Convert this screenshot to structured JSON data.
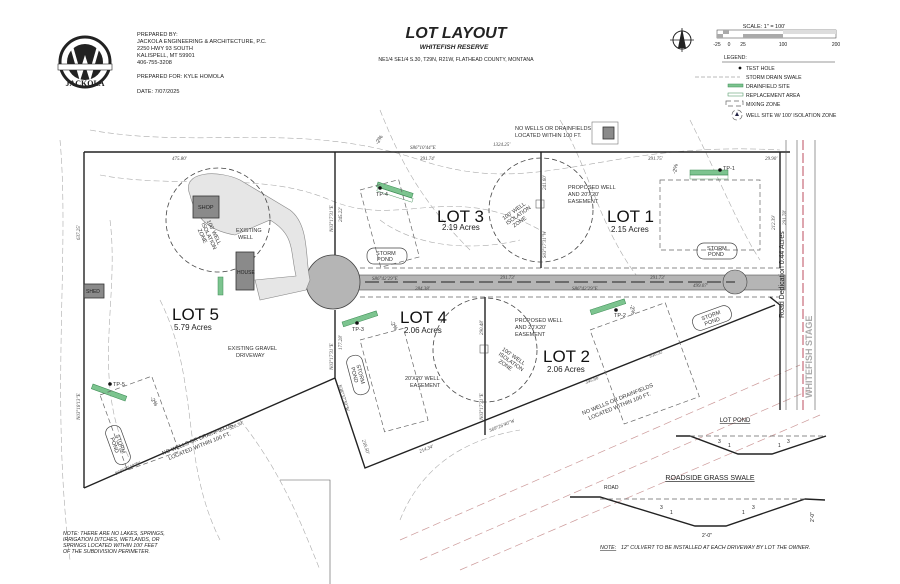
{
  "header": {
    "title": "LOT LAYOUT",
    "subtitle": "WHITEFISH RESERVE",
    "location": "NE1/4 SE1/4  S.30, T29N, R21W, FLATHEAD COUNTY, MONTANA"
  },
  "logo": {
    "text": "JACKOLA"
  },
  "prepared": {
    "by_label": "PREPARED BY:",
    "company": "JACKOLA ENGINEERING & ARCHITECTURE, P.C.",
    "address1": "2250 HWY 93 SOUTH",
    "address2": "KALISPELL, MT 59901",
    "phone": "406-755-3208",
    "for": "PREPARED FOR: KYLE HOMOLA",
    "date": "DATE:  7/07/2025"
  },
  "scale": {
    "label": "SCALE: 1\" = 100'",
    "ticks": [
      "-25",
      "0",
      "25",
      "100",
      "200"
    ]
  },
  "legend": {
    "title": "LEGEND:",
    "items": [
      "TEST HOLE",
      "STORM DRAIN SWALE",
      "DRAINFIELD SITE",
      "REPLACEMENT AREA",
      "MIXING ZONE",
      "WELL SITE W/ 100' ISOLATION ZONE"
    ]
  },
  "colors": {
    "drainfield": "#7cc48f",
    "road": "#b5b5b5",
    "building": "#8a8a8a",
    "highway_line": "#c76b7a"
  },
  "lots": [
    {
      "name": "LOT 1",
      "acres": "2.15 Acres"
    },
    {
      "name": "LOT 2",
      "acres": "2.06 Acres"
    },
    {
      "name": "LOT 3",
      "acres": "2.19 Acres"
    },
    {
      "name": "LOT 4",
      "acres": "2.06 Acres"
    },
    {
      "name": "LOT 5",
      "acres": "5.79 Acres"
    }
  ],
  "labels": {
    "shop": "SHOP",
    "house": "HOUSE",
    "shed": "SHED",
    "existing_well": [
      "EXISTING",
      "WELL"
    ],
    "gravel": [
      "EXISTING GRAVEL",
      "DRIVEWAY"
    ],
    "isolation": [
      "100' WELL",
      "ISOLATION",
      "ZONE"
    ],
    "proposed_well": [
      "PROPOSED WELL",
      "AND 20'X20'",
      "EASEMENT"
    ],
    "well_easement": [
      "20'X20' WELL",
      "EASEMENT"
    ],
    "storm_pond": [
      "STORM",
      "POND"
    ],
    "no_wells_top": [
      "NO WELLS OR DRAINFIELDS",
      "LOCATED WITHIN 100 FT."
    ],
    "no_wells_bottom": [
      "NO WELLS OR DRAINFIELDS",
      "LOCATED WITHIN 100 FT."
    ],
    "no_wells_left": [
      "NO WELLS OR DRAINFIELDS",
      "LOCATED WITHIN 100 FT."
    ],
    "road_dedication": "Road Dedication  0.44 Acres",
    "highway": "WHITEFISH STAGE",
    "test_holes": [
      "TP-1",
      "TP-2",
      "TP-3",
      "TP-4",
      "TP-5"
    ],
    "slope": "-2%"
  },
  "dims": {
    "top_bearing": "S86°10'44\"E",
    "top_total": "1324.25'",
    "top_lot5": "475.80'",
    "top_lot3": "391.74'",
    "top_lot1": "391.75'",
    "left": "637.25'",
    "left_bearing": "N03°18'13\"E",
    "lot35_line": "N03°17'31\"E",
    "lot35_len": "245.22'",
    "lot13_line": "S03°17'31\"W",
    "lot13_len": "241.60'",
    "road_bearing": "S86°42'29\"E",
    "road_len": "284.38'",
    "road_b2": "S86°42'29\"E",
    "road_l2": "391.73'",
    "road_l3": "391.73'",
    "road_l4": "499.07'",
    "lot45_line": "N03°17'31\"E",
    "lot45_len": "177.28'",
    "lot42_line": "N03°17'31\"E",
    "lot42_len": "290.48'",
    "bottom_bearing": "S69°26'40\"W",
    "bottom_l1": "345.66'",
    "bottom_l2": "830.92'",
    "bottom_l3": "214.34'",
    "lot5_diag": "520.30'",
    "lot5_bearing": "S69°26'40\"W",
    "lot4_diag": "N38°37'30\"W",
    "lot4_len": "218.50'",
    "right_len": "291.78'",
    "right2": "212.39'",
    "corner": "29.90'"
  },
  "details": {
    "lot_pond_title": "LOT POND",
    "swale_title": "ROADSIDE GRASS SWALE",
    "road": "ROAD",
    "slope_run": "3",
    "slope_rise": "1",
    "bottom_width": "2'-0\"",
    "depth": "2'-0\"",
    "note_label": "NOTE:",
    "note": "12\" CULVERT TO BE INSTALLED AT EACH DRIVEWAY BY LOT THE OWNER."
  },
  "note_left": [
    "NOTE: THERE ARE NO LAKES, SPRINGS,",
    "IRRIGATION DITCHES, WETLANDS, OR",
    "SPRINGS LOCATED WITHIN 100' FEET",
    "OF THE SUBDIVISION PERIMETER."
  ]
}
